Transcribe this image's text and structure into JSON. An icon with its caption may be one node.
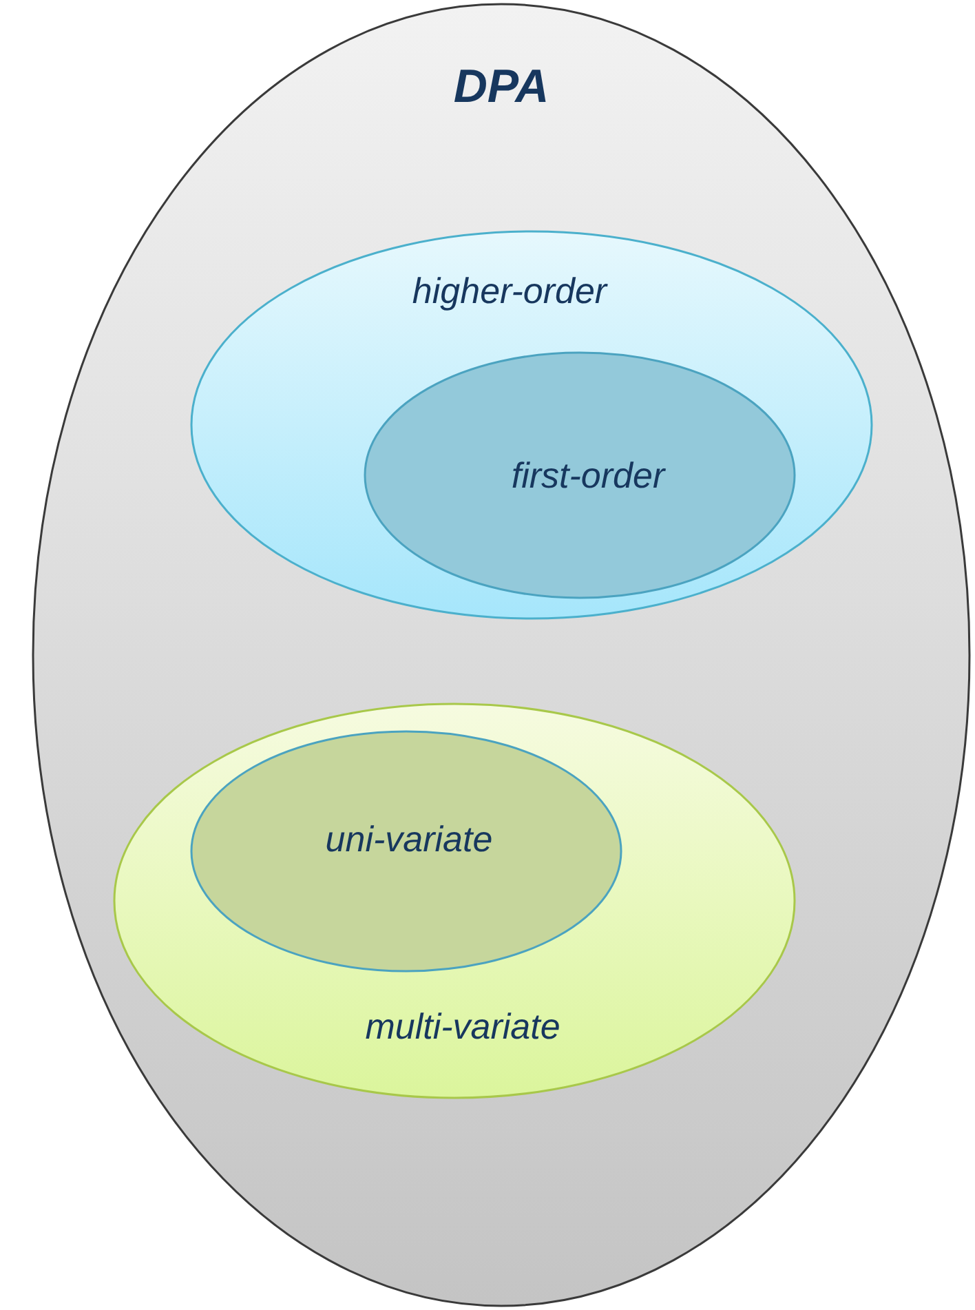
{
  "diagram": {
    "nodes": [
      {
        "text": [
          "DPA"
        ]
      },
      {
        "text": [
          "higher-order"
        ],
        "in": 0
      },
      {
        "text": [
          "first-order"
        ],
        "in": 1
      },
      {
        "text": [
          "multi-variate"
        ],
        "in": 0
      },
      {
        "text": [
          "uni-variate"
        ],
        "in": 3
      }
    ]
  }
}
